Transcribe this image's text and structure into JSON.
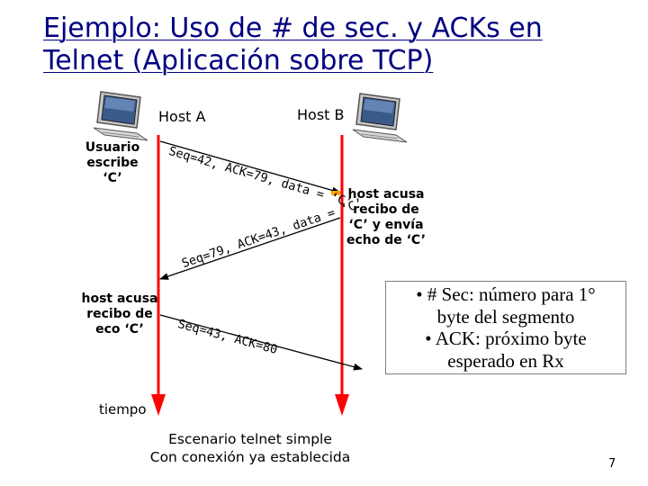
{
  "title": {
    "line1": "Ejemplo: Uso de # de sec. y ACKs en",
    "line2": "Telnet (Aplicación sobre TCP)"
  },
  "hosts": {
    "a_label": "Host A",
    "b_label": "Host B",
    "a_icon": "computer-icon",
    "b_icon": "computer-icon"
  },
  "events": {
    "user_types": [
      "Usuario",
      "escribe",
      "‘C’"
    ],
    "host_b_ack": [
      "host acusa",
      "recibo de",
      "‘C’ y envía",
      "echo de ‘C’"
    ],
    "host_a_ack": [
      "host acusa",
      "recibo de",
      "eco ‘C’"
    ]
  },
  "messages": [
    "Seq=42, ACK=79, data = ‘C’",
    "Seq=79, ACK=43, data = ‘C’",
    "Seq=43, ACK=80"
  ],
  "time_label": "tiempo",
  "notes": [
    "• # Sec: número para 1°",
    "byte del segmento",
    "• ACK: próximo byte",
    "esperado en Rx"
  ],
  "caption": [
    "Escenario telnet simple",
    "Con conexión ya establecida"
  ],
  "page_number": "7",
  "colors": {
    "title": "#000080",
    "timeline": "#ff0000",
    "timeline_arrow_head": "#ff0000",
    "message_arrow": "#000000",
    "arrow_tail_mark": "#ffa500"
  }
}
